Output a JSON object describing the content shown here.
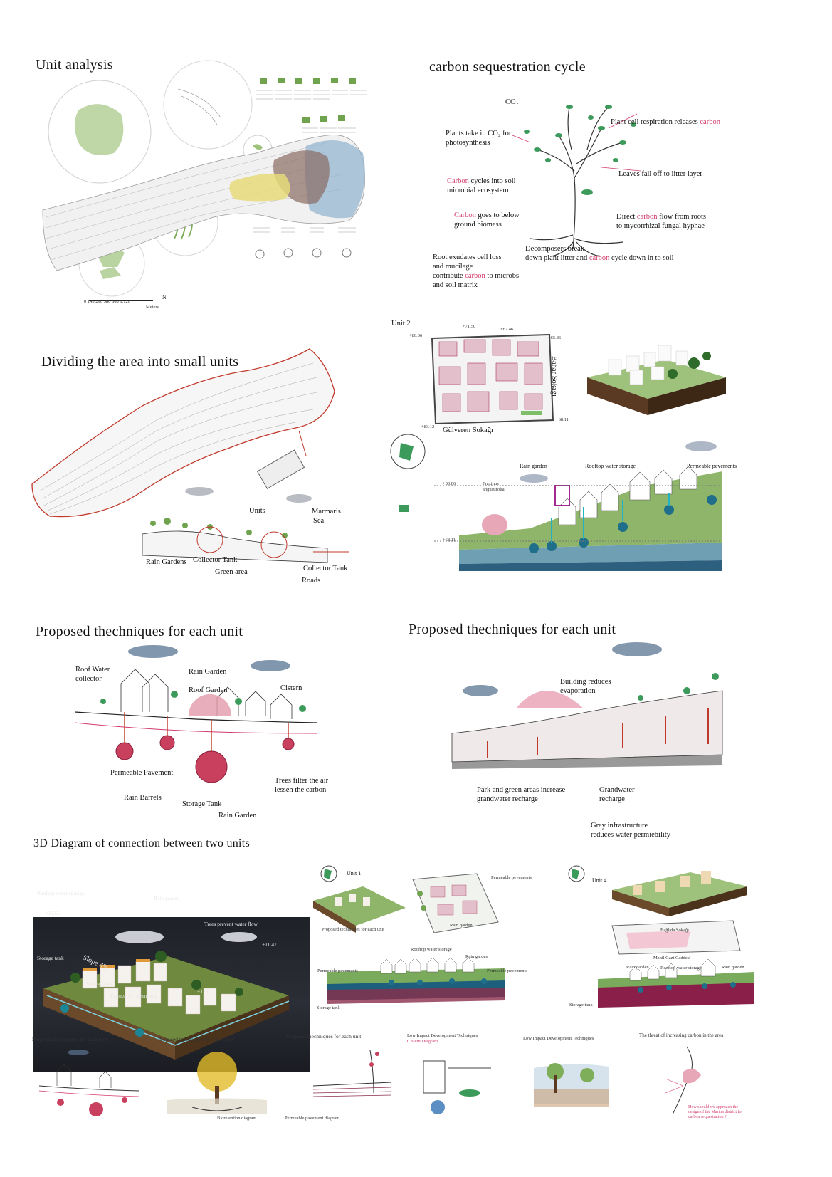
{
  "headings": {
    "unit_analysis": "Unit analysis",
    "carbon_cycle": "carbon  sequestration cycle",
    "dividing": "Dividing the area into small units",
    "proposed_left": "Proposed thechniques for each unit",
    "proposed_right": "Proposed thechniques for each unit",
    "diagram_3d": "3D Diagram of connection between two units"
  },
  "carbon_cycle": {
    "co2": "CO₂",
    "plants_take": "Plants take in CO₂ for",
    "plants_take2": "photosynthesis",
    "respiration_a": "Plant cell respiration releases ",
    "respiration_b": "carbon",
    "leaves_fall": "Leaves fall off to litter layer",
    "cycles_a": "Carbon",
    "cycles_b": " cycles into soil",
    "cycles_c": "microbial ecosystem",
    "goes_a": "Carbon",
    "goes_b": " goes to below",
    "goes_c": "ground biomass",
    "direct_a": "Direct ",
    "direct_b": "carbon",
    "direct_c": " flow from roots",
    "direct_d": "to mycorrhizal fungal hyphae",
    "decomp_a": "Decomposers break",
    "decomp_b": "down plant litter  and ",
    "decomp_c": "carbon",
    "decomp_d": " cycle down in to soil",
    "root_a": "Root exudates cell loss",
    "root_b": "and mucilage",
    "root_c": "contribute ",
    "root_d": "carbon",
    "root_e": " to microbs",
    "root_f": "and soil matrix"
  },
  "unit2": {
    "title": "Unit 2",
    "levels": [
      "+80.06",
      "+71.50",
      "+67.46",
      "+65.86",
      "+68.11",
      "+83.12"
    ],
    "street_right": "Bahar Sokağı",
    "street_bottom": "Gülveren Sokağı",
    "rain_garden": "Rain garden",
    "rooftop": "Rooftop water storage",
    "permeable": "Permeable pevements",
    "tree": "Fraxinus angustifolia",
    "level_top": "+80.06",
    "level_bottom": "+68.11"
  },
  "dividing": {
    "units": "Units",
    "marmaris": "Marmaris",
    "sea": "Sea",
    "rain_gardens": "Rain Gardens",
    "collector_tank": "Collector Tank",
    "green_area": "Green area",
    "collector_tank2": "Collector Tank",
    "roads": "Roads"
  },
  "proposed_left": {
    "roof_water": "Roof Water",
    "collector": "collector",
    "rain_garden": "Rain Garden",
    "roof_garden": "Roof Garden",
    "cistern": "Cistern",
    "permeable": "Permeable Pavement",
    "rain_barrels": "Rain Barrels",
    "storage_tank": "Storage Tank",
    "rain_garden2": "Rain Garden",
    "trees_a": "Trees filter the air",
    "trees_b": "lessen the carbon"
  },
  "proposed_right": {
    "building_a": "Building reduces",
    "building_b": "evaporation",
    "park_a": "Park and green areas increase",
    "park_b": "grandwater recharge",
    "grand_a": "Grandwater",
    "grand_b": "recharge",
    "gray_a": "Gray infrastructure",
    "gray_b": "reduces water permiebility"
  },
  "diagram_3d": {
    "rooftop": "Rooftop water storage",
    "rain_garden": "Rain garden",
    "level1": "+20.55",
    "trees": "Trees prevent water flow",
    "level2": "+11.47",
    "storage": "Storage tank",
    "slope": "Slope 4%",
    "storage2": "Storage tank",
    "permeable": "Permeable pevements",
    "level3": "+12.03"
  },
  "unit1": {
    "title": "Unit 1",
    "permeable": "Permeable pevements",
    "proposed": "Proposed techniques for each unit",
    "rain_garden": "Rain garden",
    "rooftop": "Rooftop water storage",
    "rain_garden2": "Rain garden",
    "permeable2": "Permeable pevements",
    "permeable3": "Permeable pevements",
    "storage": "Storage tank"
  },
  "unit4": {
    "title": "Unit 4",
    "street1": "Bağlıda Sokağı",
    "street2": "Mahil Gazi Caddesi",
    "rain_garden": "Rain garden",
    "rooftop": "Rooftop water storage",
    "rain_garden2": "Rain garden",
    "storage": "Storage tank"
  },
  "thumbs": {
    "t1": "Proposed thechniques for each unit",
    "t2": "Proposed thechniques for each unit",
    "t2_sub": "Bioretention diagram",
    "t3": "Proposed thechniques for each unit",
    "t3_sub": "Permeable pavement diagram",
    "t4a": "Low Impact Development",
    "t4b": "Techniques",
    "t4c": "Cistern Diagram",
    "t5a": "Low Impact Development",
    "t5b": "Techniques",
    "t6": "The threat of increasing carbon in the area",
    "t6_q": "How should we approach the design of the Marina district for carbon sequestration ?"
  },
  "map": {
    "scale": "0  145 290      580      868    1.120",
    "scale_unit": "Meters",
    "north": "N"
  },
  "colors": {
    "accent_pink": "#d33c6a",
    "green": "#7fae5a",
    "yellow": "#e6db7a",
    "brown": "#8a6b62",
    "blue": "#8fb2cf"
  }
}
